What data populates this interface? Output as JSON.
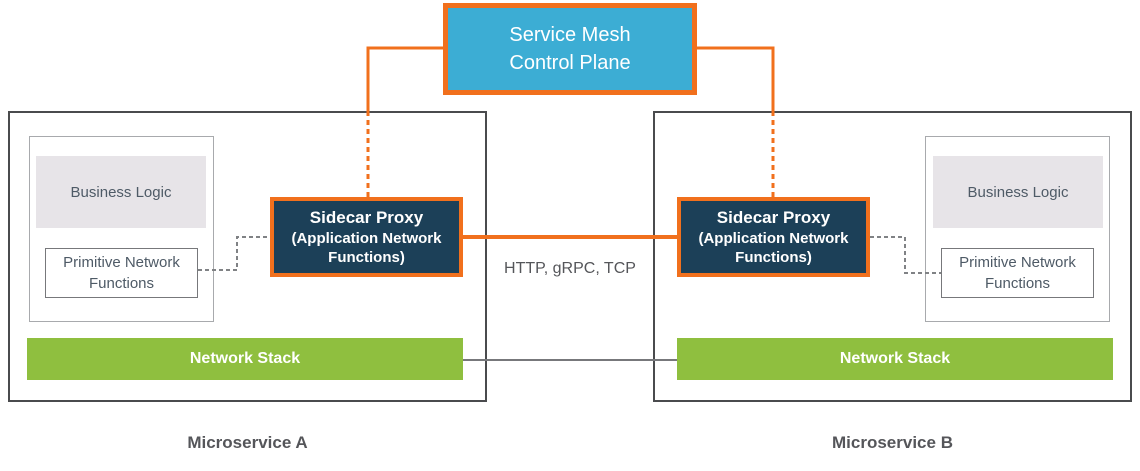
{
  "control_plane": {
    "line1": "Service Mesh",
    "line2": "Control Plane"
  },
  "connection": {
    "protocol_label": "HTTP, gRPC, TCP"
  },
  "microservice_a": {
    "caption": "Microservice A",
    "business_logic_label": "Business Logic",
    "primitive_network_functions_label": "Primitive Network Functions",
    "sidecar_proxy": {
      "title": "Sidecar Proxy",
      "subtitle": "(Application Network Functions)"
    },
    "network_stack_label": "Network Stack"
  },
  "microservice_b": {
    "caption": "Microservice B",
    "business_logic_label": "Business Logic",
    "primitive_network_functions_label": "Primitive Network Functions",
    "sidecar_proxy": {
      "title": "Sidecar Proxy",
      "subtitle": "(Application Network Functions)"
    },
    "network_stack_label": "Network Stack"
  },
  "colors": {
    "accent_orange": "#F1701D",
    "control_plane_blue": "#3CADD4",
    "sidecar_navy": "#1C4058",
    "network_stack_green": "#8FBF3F",
    "business_logic_fill": "#E7E4E8",
    "text_gray": "#55565A"
  }
}
